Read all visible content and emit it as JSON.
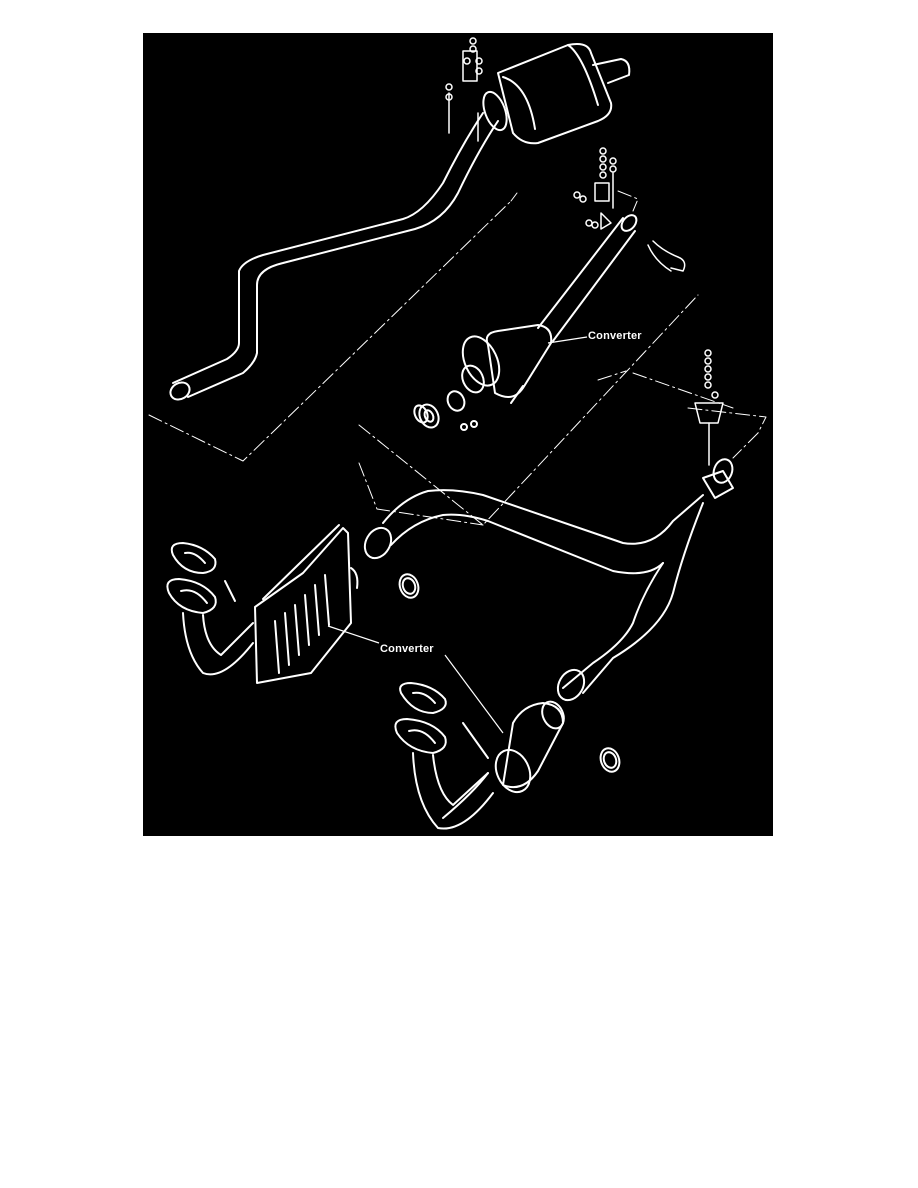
{
  "diagram": {
    "type": "exploded-view exhaust system illustration",
    "colors": {
      "background": "#000000",
      "line": "#ffffff",
      "page": "#ffffff"
    },
    "labels": [
      {
        "id": "converter-upper",
        "text": "Converter"
      },
      {
        "id": "converter-lower",
        "text": "Converter"
      }
    ],
    "components": [
      "rear-muffler",
      "tail-pipe",
      "intermediate-pipe",
      "upper-converter",
      "hanger-bracket",
      "u-bolt-clamp",
      "gasket-ring",
      "y-pipe",
      "left-converter-with-heat-shield",
      "right-converter",
      "exhaust-manifold-flanges",
      "flange-gaskets",
      "oxygen-sensors",
      "clamps",
      "bolts-and-nuts"
    ]
  }
}
